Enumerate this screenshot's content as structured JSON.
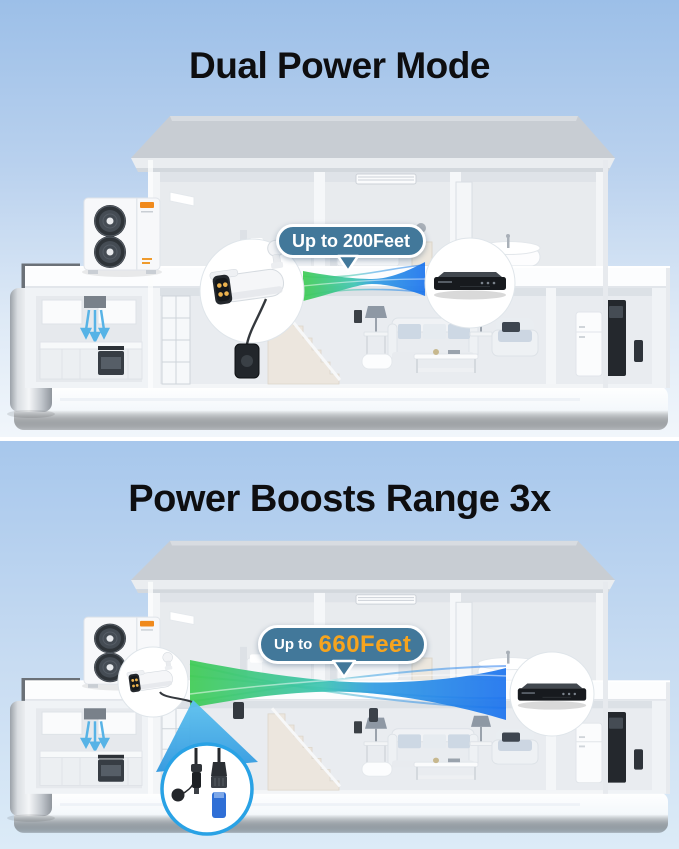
{
  "panels": [
    {
      "id": "dual-power-mode",
      "title": "Dual Power Mode",
      "badge": {
        "prefix": "Up to ",
        "value": "200Feet"
      }
    },
    {
      "id": "power-boost",
      "title": "Power Boosts Range 3x",
      "badge": {
        "prefix": "Up to ",
        "value": "660Feet"
      }
    }
  ],
  "colors": {
    "sky_top_start": "#9cbfe8",
    "sky_top_end": "#f1f6fb",
    "sky_bottom_start": "#a7c7ec",
    "sky_bottom_end": "#dcebf7",
    "title_text": "#0e0e10",
    "badge_background": "#42789a",
    "badge_border": "#ffffff",
    "badge_text": "#ffffff",
    "boost_value_text": "#f6a41e",
    "beam_green": "#3ecb53",
    "beam_blue": "#1b72ee",
    "ethernet_cable_blue": "#2f6fd6"
  },
  "illustrations": [
    "house-cutaway",
    "bullet-camera",
    "nvr-receiver",
    "signal-beam",
    "heat-pump-unit",
    "water-heater-tank",
    "kitchen",
    "staircase",
    "sofa-set",
    "bathtub",
    "refrigerator",
    "dc-power-connector",
    "ethernet-connector"
  ]
}
